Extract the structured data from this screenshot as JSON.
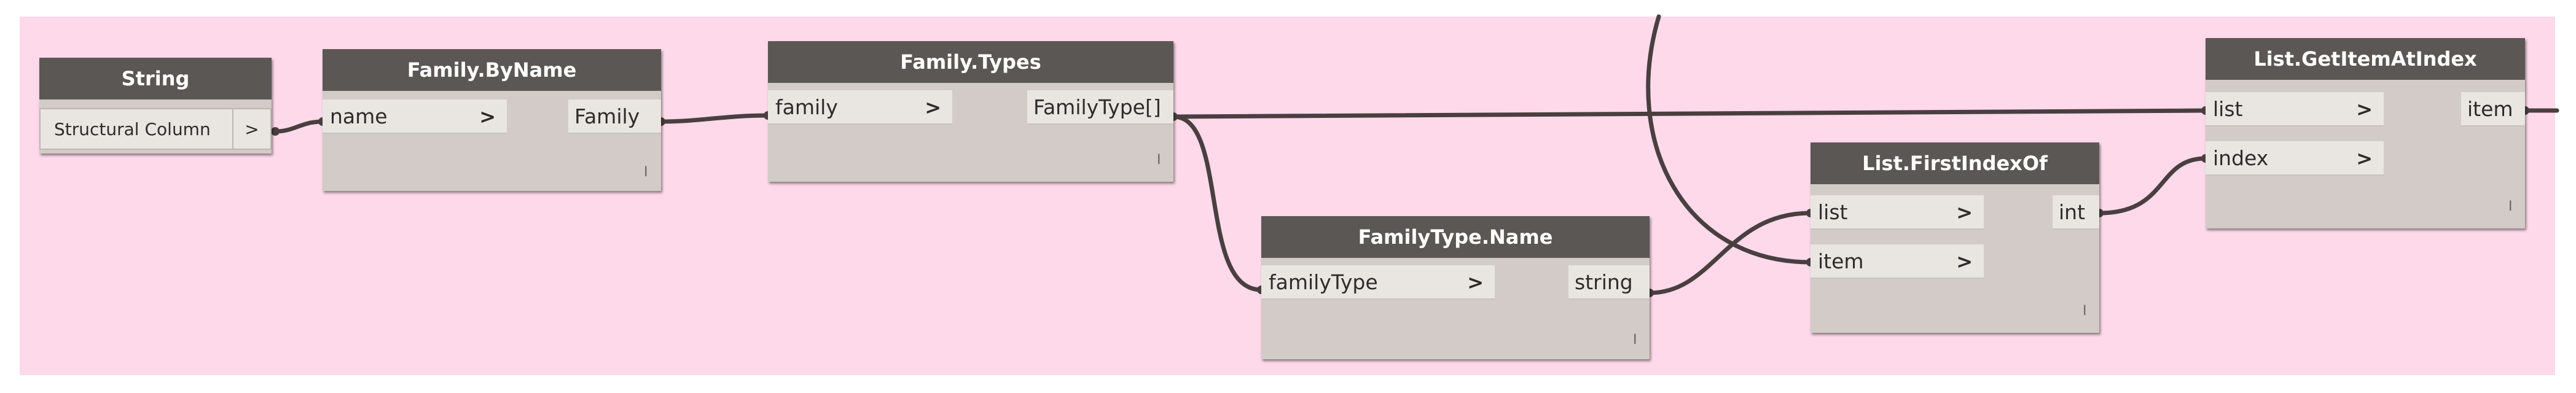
{
  "graph": {
    "nodes": {
      "string": {
        "title": "String",
        "value": "Structural Column",
        "button": ">"
      },
      "family_by_name": {
        "title": "Family.ByName",
        "inputs": [
          "name"
        ],
        "outputs": [
          "Family"
        ],
        "lacing": "I"
      },
      "family_types": {
        "title": "Family.Types",
        "inputs": [
          "family"
        ],
        "outputs": [
          "FamilyType[]"
        ],
        "lacing": "I"
      },
      "familytype_name": {
        "title": "FamilyType.Name",
        "inputs": [
          "familyType"
        ],
        "outputs": [
          "string"
        ],
        "lacing": "I"
      },
      "list_firstindexof": {
        "title": "List.FirstIndexOf",
        "inputs": [
          "list",
          "item"
        ],
        "outputs": [
          "int"
        ],
        "lacing": "I"
      },
      "list_getitematindex": {
        "title": "List.GetItemAtIndex",
        "inputs": [
          "list",
          "index"
        ],
        "outputs": [
          "item"
        ],
        "lacing": "I"
      }
    },
    "port_chevron": ">"
  },
  "colors": {
    "canvas": "#fdd9ea",
    "node_header": "#5b5754",
    "node_body": "#d2cbc7",
    "port": "#e9e6e2",
    "wire": "#4a3f40"
  }
}
